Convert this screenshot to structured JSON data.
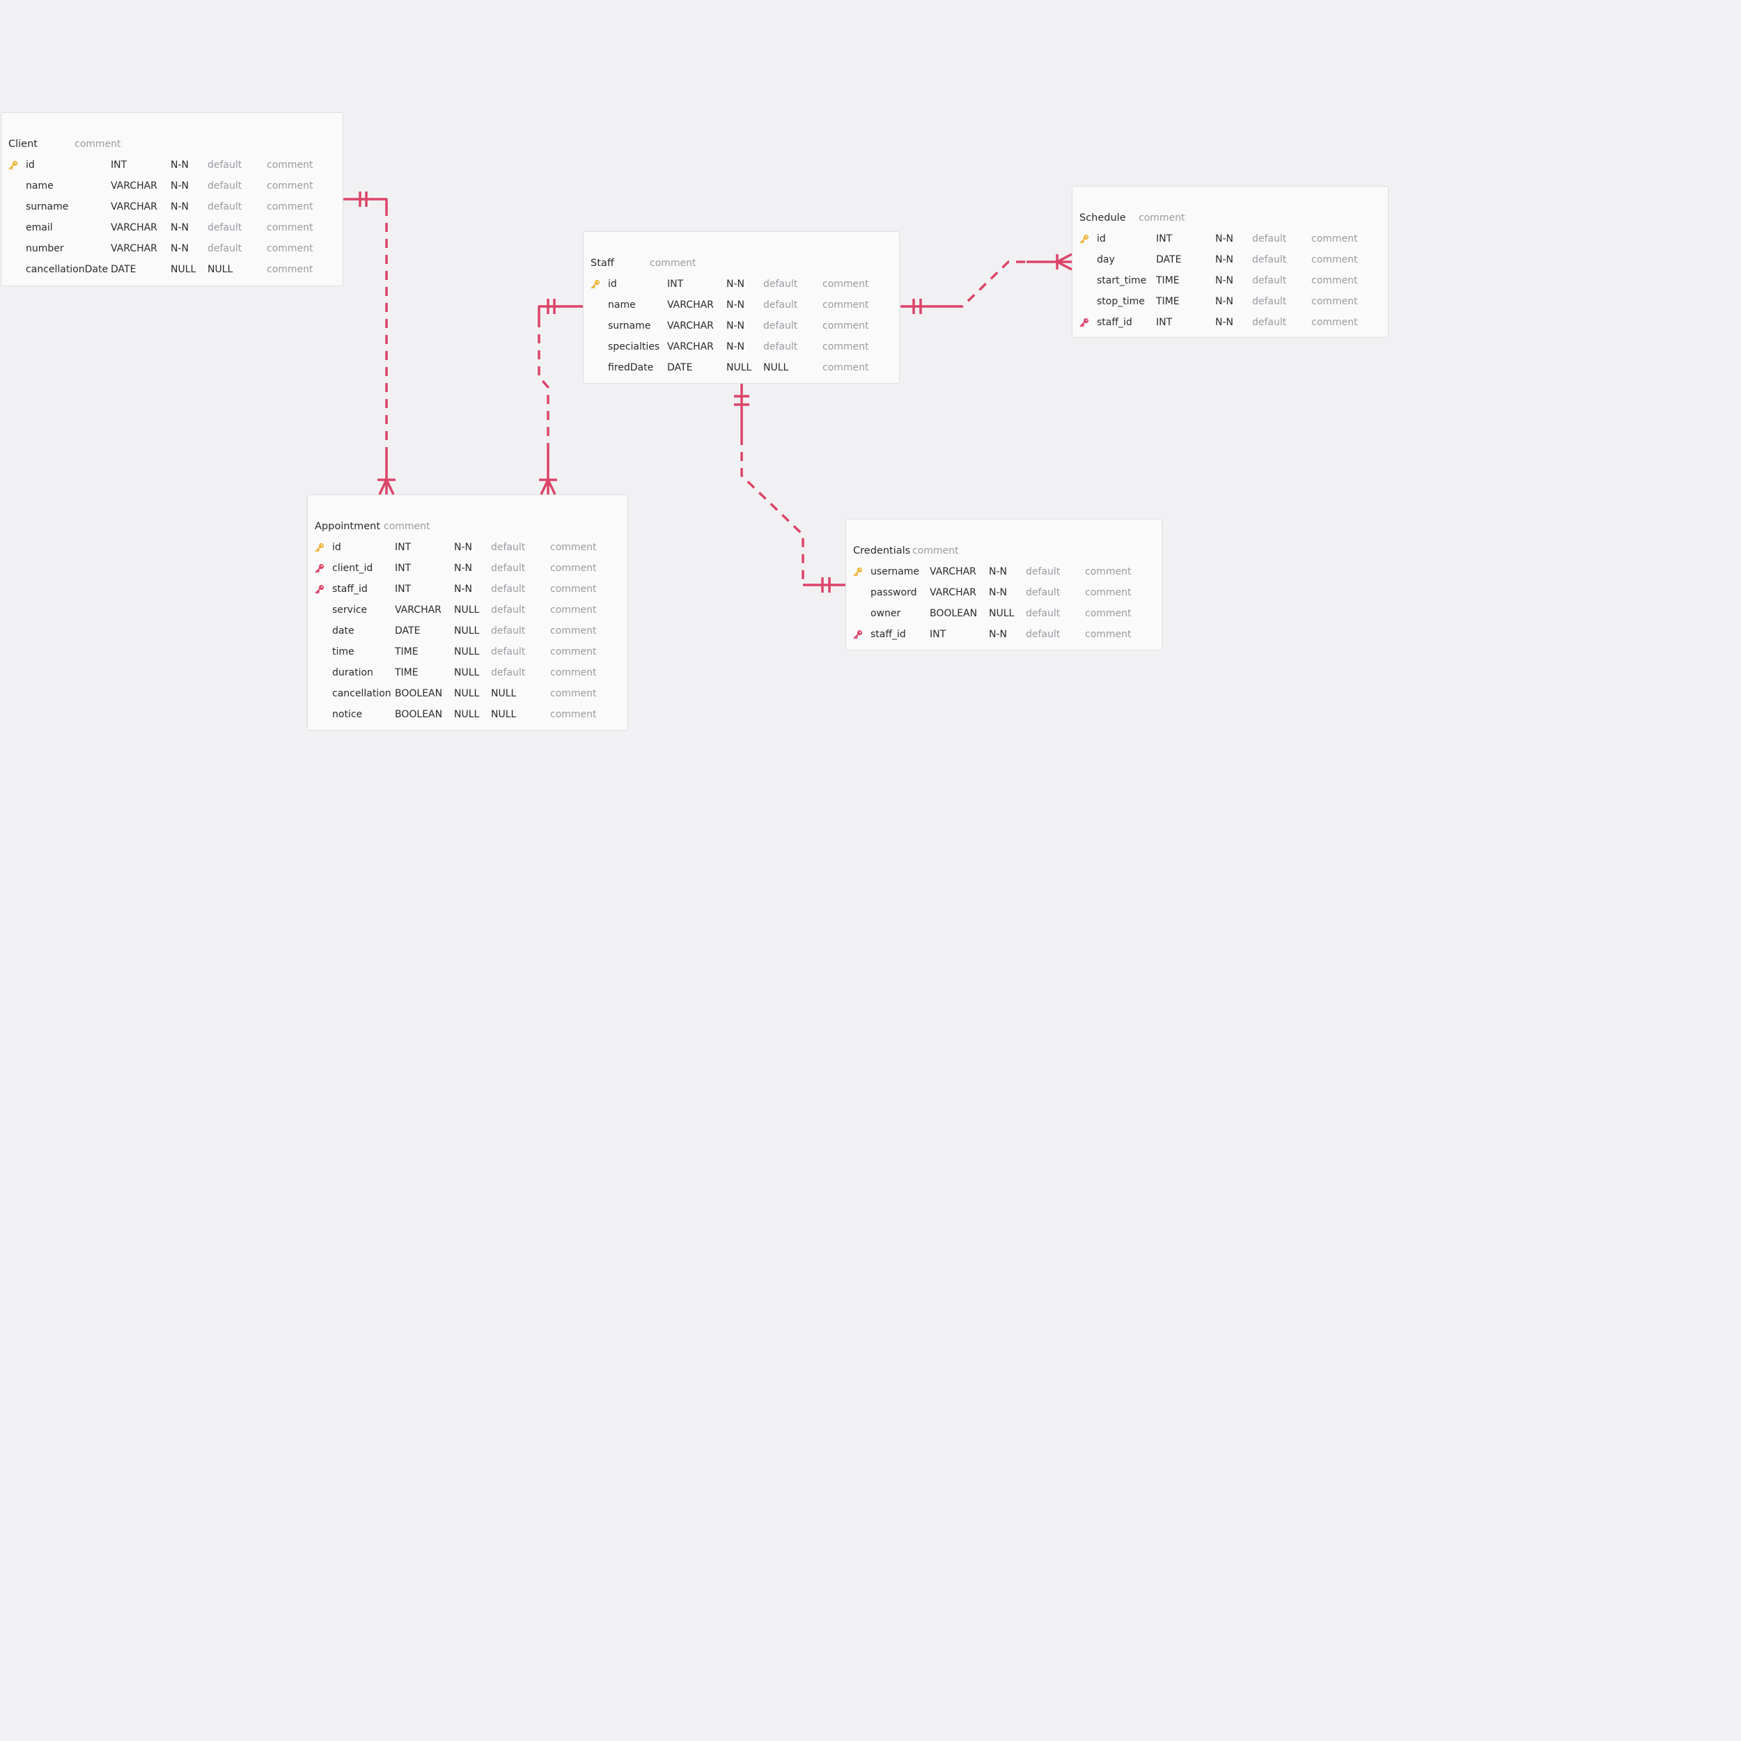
{
  "colors": {
    "relationship": "#dc4468",
    "primary_key": "#f0b43c",
    "foreign_key": "#dc4468"
  },
  "tables": [
    {
      "id": "client",
      "name": "Client",
      "comment": "comment",
      "columns": [
        {
          "key": "pk",
          "name": "id",
          "type": "INT",
          "nullable": "N-N",
          "default": "default",
          "comment": "comment"
        },
        {
          "key": "",
          "name": "name",
          "type": "VARCHAR",
          "nullable": "N-N",
          "default": "default",
          "comment": "comment"
        },
        {
          "key": "",
          "name": "surname",
          "type": "VARCHAR",
          "nullable": "N-N",
          "default": "default",
          "comment": "comment"
        },
        {
          "key": "",
          "name": "email",
          "type": "VARCHAR",
          "nullable": "N-N",
          "default": "default",
          "comment": "comment"
        },
        {
          "key": "",
          "name": "number",
          "type": "VARCHAR",
          "nullable": "N-N",
          "default": "default",
          "comment": "comment"
        },
        {
          "key": "",
          "name": "cancellationDate",
          "type": "DATE",
          "nullable": "NULL",
          "default": "NULL",
          "comment": "comment"
        }
      ]
    },
    {
      "id": "staff",
      "name": "Staff",
      "comment": "comment",
      "columns": [
        {
          "key": "pk",
          "name": "id",
          "type": "INT",
          "nullable": "N-N",
          "default": "default",
          "comment": "comment"
        },
        {
          "key": "",
          "name": "name",
          "type": "VARCHAR",
          "nullable": "N-N",
          "default": "default",
          "comment": "comment"
        },
        {
          "key": "",
          "name": "surname",
          "type": "VARCHAR",
          "nullable": "N-N",
          "default": "default",
          "comment": "comment"
        },
        {
          "key": "",
          "name": "specialties",
          "type": "VARCHAR",
          "nullable": "N-N",
          "default": "default",
          "comment": "comment"
        },
        {
          "key": "",
          "name": "firedDate",
          "type": "DATE",
          "nullable": "NULL",
          "default": "NULL",
          "comment": "comment"
        }
      ]
    },
    {
      "id": "schedule",
      "name": "Schedule",
      "comment": "comment",
      "columns": [
        {
          "key": "pk",
          "name": "id",
          "type": "INT",
          "nullable": "N-N",
          "default": "default",
          "comment": "comment"
        },
        {
          "key": "",
          "name": "day",
          "type": "DATE",
          "nullable": "N-N",
          "default": "default",
          "comment": "comment"
        },
        {
          "key": "",
          "name": "start_time",
          "type": "TIME",
          "nullable": "N-N",
          "default": "default",
          "comment": "comment"
        },
        {
          "key": "",
          "name": "stop_time",
          "type": "TIME",
          "nullable": "N-N",
          "default": "default",
          "comment": "comment"
        },
        {
          "key": "fk",
          "name": "staff_id",
          "type": "INT",
          "nullable": "N-N",
          "default": "default",
          "comment": "comment"
        }
      ]
    },
    {
      "id": "appointment",
      "name": "Appointment",
      "comment": "comment",
      "columns": [
        {
          "key": "pk",
          "name": "id",
          "type": "INT",
          "nullable": "N-N",
          "default": "default",
          "comment": "comment"
        },
        {
          "key": "fk",
          "name": "client_id",
          "type": "INT",
          "nullable": "N-N",
          "default": "default",
          "comment": "comment"
        },
        {
          "key": "fk",
          "name": "staff_id",
          "type": "INT",
          "nullable": "N-N",
          "default": "default",
          "comment": "comment"
        },
        {
          "key": "",
          "name": "service",
          "type": "VARCHAR",
          "nullable": "NULL",
          "default": "default",
          "comment": "comment"
        },
        {
          "key": "",
          "name": "date",
          "type": "DATE",
          "nullable": "NULL",
          "default": "default",
          "comment": "comment"
        },
        {
          "key": "",
          "name": "time",
          "type": "TIME",
          "nullable": "NULL",
          "default": "default",
          "comment": "comment"
        },
        {
          "key": "",
          "name": "duration",
          "type": "TIME",
          "nullable": "NULL",
          "default": "default",
          "comment": "comment"
        },
        {
          "key": "",
          "name": "cancellation",
          "type": "BOOLEAN",
          "nullable": "NULL",
          "default": "NULL",
          "comment": "comment"
        },
        {
          "key": "",
          "name": "notice",
          "type": "BOOLEAN",
          "nullable": "NULL",
          "default": "NULL",
          "comment": "comment"
        }
      ]
    },
    {
      "id": "credentials",
      "name": "Credentials",
      "comment": "comment",
      "columns": [
        {
          "key": "pk",
          "name": "username",
          "type": "VARCHAR",
          "nullable": "N-N",
          "default": "default",
          "comment": "comment"
        },
        {
          "key": "",
          "name": "password",
          "type": "VARCHAR",
          "nullable": "N-N",
          "default": "default",
          "comment": "comment"
        },
        {
          "key": "",
          "name": "owner",
          "type": "BOOLEAN",
          "nullable": "NULL",
          "default": "default",
          "comment": "comment"
        },
        {
          "key": "fk",
          "name": "staff_id",
          "type": "INT",
          "nullable": "N-N",
          "default": "default",
          "comment": "comment"
        }
      ]
    }
  ],
  "relationships": [
    {
      "id": "client-appointment",
      "from": "Client",
      "to": "Appointment",
      "from_cardinality": "one-and-only-one",
      "to_cardinality": "one-or-many"
    },
    {
      "id": "staff-appointment",
      "from": "Staff",
      "to": "Appointment",
      "from_cardinality": "one-and-only-one",
      "to_cardinality": "one-or-many"
    },
    {
      "id": "staff-schedule",
      "from": "Staff",
      "to": "Schedule",
      "from_cardinality": "one-and-only-one",
      "to_cardinality": "one-or-many"
    },
    {
      "id": "staff-credentials",
      "from": "Staff",
      "to": "Credentials",
      "from_cardinality": "one-and-only-one",
      "to_cardinality": "one-and-only-one"
    }
  ]
}
